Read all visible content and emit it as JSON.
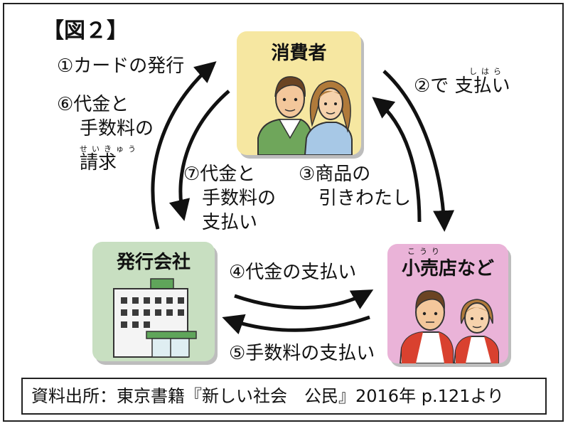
{
  "title": "【図２】",
  "nodes": {
    "consumer": {
      "label": "消費者",
      "color": "#f6e7a1"
    },
    "issuer": {
      "label": "発行会社",
      "color": "#c8dfc1"
    },
    "retailer": {
      "label": "小売店など",
      "color": "#eab3d8",
      "ruby": "こうり"
    }
  },
  "flows": [
    {
      "id": 1,
      "text": "①カードの発行"
    },
    {
      "id": 2,
      "text": "②で 支払い",
      "ruby": "しはら"
    },
    {
      "id": 3,
      "lines": [
        "③商品の",
        "引きわたし"
      ]
    },
    {
      "id": 4,
      "text": "④代金の支払い"
    },
    {
      "id": 5,
      "text": "⑤手数料の支払い"
    },
    {
      "id": 6,
      "lines": [
        "⑥代金と",
        "手数料の",
        "請求"
      ],
      "ruby": "せいきゅう"
    },
    {
      "id": 7,
      "lines": [
        "⑦代金と",
        "手数料の",
        "支払い"
      ]
    }
  ],
  "credit": "資料出所：東京書籍『新しい社会　公民』2016年 p.121より"
}
